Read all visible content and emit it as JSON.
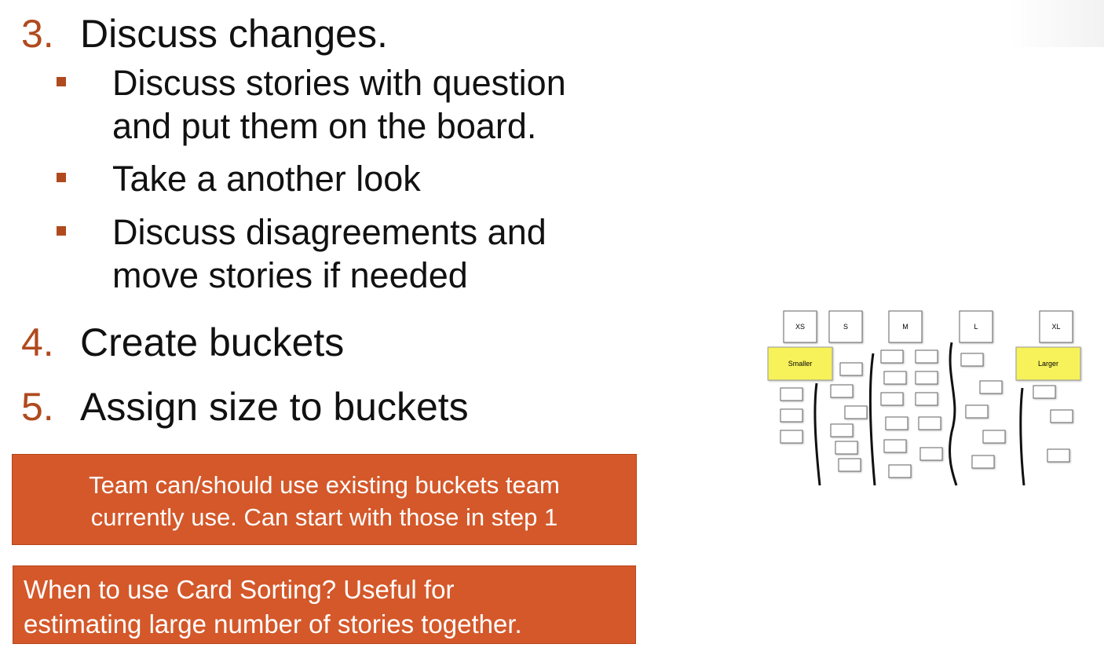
{
  "steps": [
    {
      "number": "3.",
      "label": "Discuss changes."
    },
    {
      "number": "4.",
      "label": "Create buckets"
    },
    {
      "number": "5.",
      "label": "Assign size to buckets"
    }
  ],
  "substeps": [
    {
      "lines": [
        "Discuss stories with question",
        "and put them on the board."
      ]
    },
    {
      "lines": [
        "Take a another look"
      ]
    },
    {
      "lines": [
        "Discuss disagreements and",
        "move stories if needed"
      ]
    }
  ],
  "callouts": {
    "existing_buckets": [
      "Team can/should use existing buckets team",
      "currently use. Can start with those in step 1"
    ],
    "when_to_use": [
      "When to use Card Sorting? Useful for",
      "estimating large number of stories together."
    ]
  },
  "board": {
    "size_labels": [
      "XS",
      "S",
      "M",
      "L",
      "XL"
    ],
    "smaller_label": "Smaller",
    "larger_label": "Larger"
  },
  "colors": {
    "accent": "#b04a1e",
    "callout_fill": "#d4582a",
    "sticky_yellow": "#f7f25a"
  }
}
